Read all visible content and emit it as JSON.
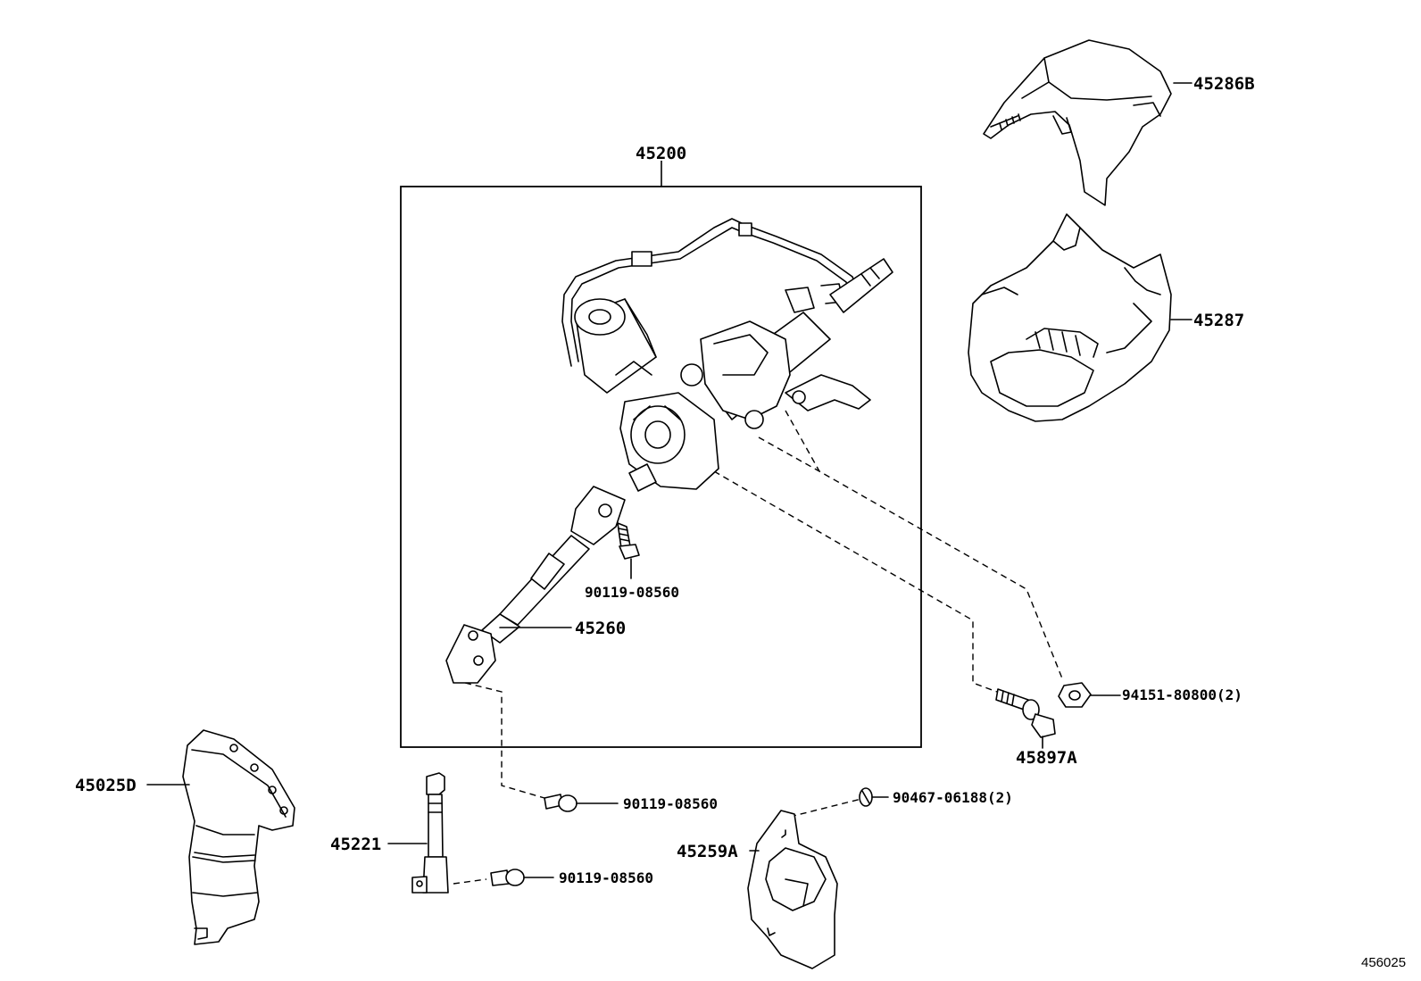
{
  "colors": {
    "line": "#000000",
    "background": "#ffffff"
  },
  "labels": {
    "assembly": "45200",
    "cover_upper": "45286B",
    "cover_lower": "45287",
    "bolt_upper": "90119-08560",
    "intermediate_shaft": "45260",
    "nut": "94151-80800(2)",
    "bolt_adjust": "45897A",
    "boot": "45025D",
    "bolt_lower": "90119-08560",
    "yoke_shaft": "45221",
    "bolt_shaft": "90119-08560",
    "clip": "90467-06188(2)",
    "hole_cover": "45259A",
    "illustration_id": "456025"
  }
}
